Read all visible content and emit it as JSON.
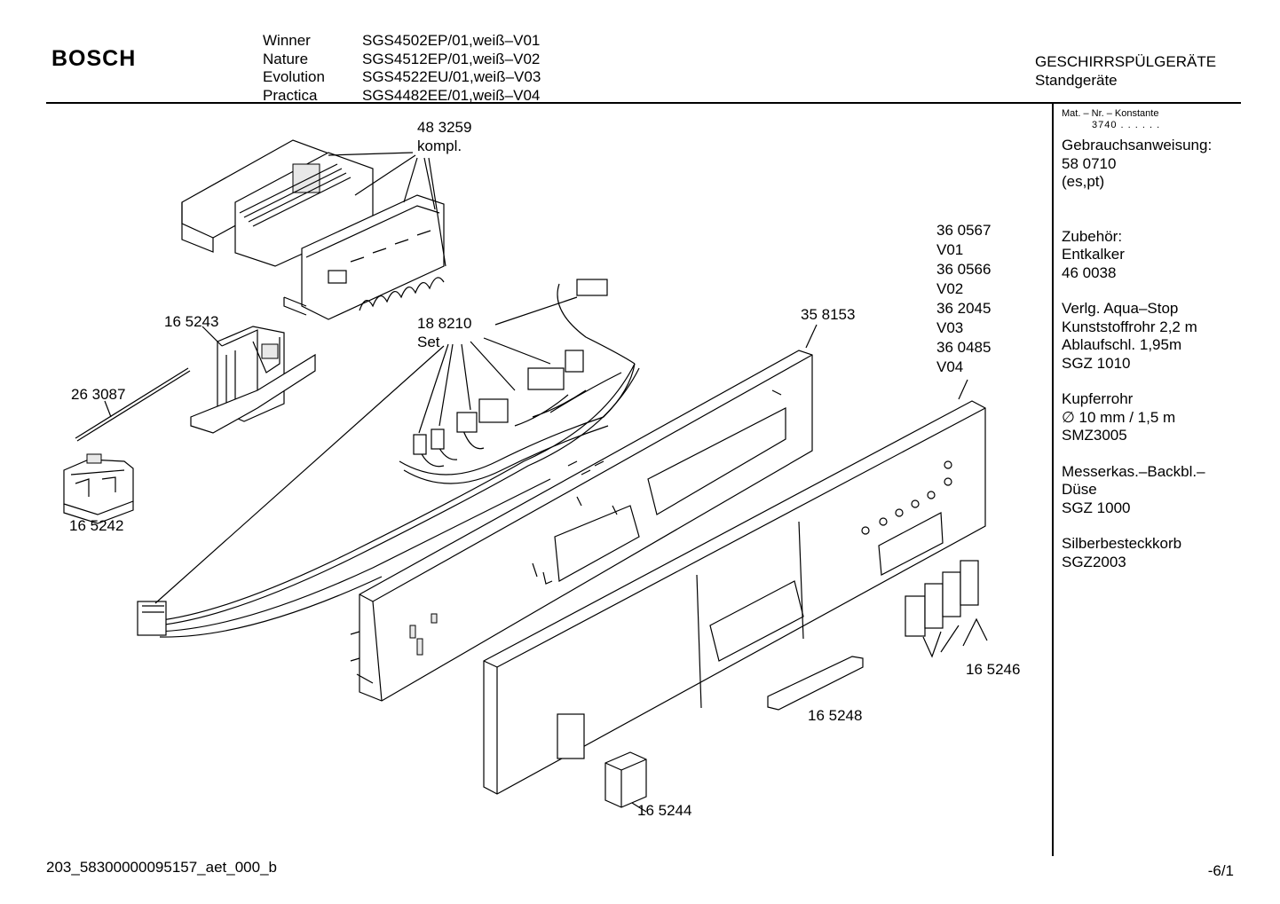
{
  "header": {
    "brand": "BOSCH",
    "models": [
      {
        "name": "Winner",
        "code": "SGS4502EP/01,weiß–V01"
      },
      {
        "name": "Nature",
        "code": "SGS4512EP/01,weiß–V02"
      },
      {
        "name": "Evolution",
        "code": "SGS4522EU/01,weiß–V03"
      },
      {
        "name": "Practica",
        "code": "SGS4482EE/01,weiß–V04"
      }
    ],
    "category": "GESCHIRRSPÜLGERÄTE",
    "subcategory": "Standgeräte"
  },
  "sidebar": {
    "mat_label": "Mat. – Nr. – Konstante",
    "mat_value": "3740  .  .   .  .  .  .",
    "manual_label": "Gebrauchsanweisung:",
    "manual_number": "58 0710",
    "manual_lang": "(es,pt)",
    "accessories_label": "Zubehör:",
    "acc1_name": "Entkalker",
    "acc1_number": "46 0038",
    "acc2_line1": "Verlg. Aqua–Stop",
    "acc2_line2": "Kunststoffrohr 2,2 m",
    "acc2_line3": "Ablaufschl. 1,95m",
    "acc2_number": "SGZ 1010",
    "acc3_line1": "Kupferrohr",
    "acc3_line2": "∅ 10 mm / 1,5 m",
    "acc3_number": "SMZ3005",
    "acc4_line1": "Messerkas.–Backbl.–",
    "acc4_line2": "Düse",
    "acc4_number": "SGZ 1000",
    "acc5_line1": "Silberbesteckkorb",
    "acc5_number": "SGZ2003"
  },
  "parts": {
    "p483259": "48 3259",
    "p483259_note": "kompl.",
    "p165243": "16 5243",
    "p263087": "26 3087",
    "p165242": "16 5242",
    "p188210": "18 8210",
    "p188210_note": "Set",
    "p358153": "35 8153",
    "p360567": "36 0567",
    "v01": "V01",
    "p360566": "36 0566",
    "v02": "V02",
    "p362045": "36 2045",
    "v03": "V03",
    "p360485": "36 0485",
    "v04": "V04",
    "p165246": "16 5246",
    "p165248": "16 5248",
    "p165244": "16 5244"
  },
  "footer": {
    "doc_id": "203_58300000095157_aet_000_b",
    "page": "-6/1"
  }
}
